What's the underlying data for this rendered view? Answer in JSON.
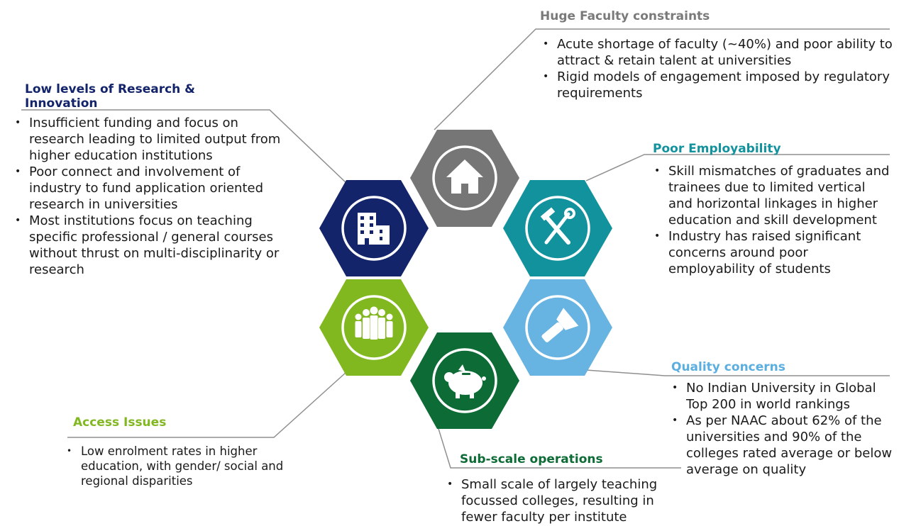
{
  "colors": {
    "research": "#13246b",
    "faculty": "#767676",
    "employability": "#11929d",
    "quality": "#67b3e1",
    "subscale": "#0d6b35",
    "access": "#82b81f",
    "connector": "#8f8f8f"
  },
  "hexagons": [
    {
      "key": "faculty",
      "icon": "home-icon"
    },
    {
      "key": "research",
      "icon": "building-icon"
    },
    {
      "key": "employability",
      "icon": "tools-icon"
    },
    {
      "key": "access",
      "icon": "people-icon"
    },
    {
      "key": "quality",
      "icon": "flashlight-icon"
    },
    {
      "key": "subscale",
      "icon": "piggy-bank-icon"
    }
  ],
  "faculty": {
    "title": "Huge Faculty constraints",
    "bullets": [
      "Acute shortage of faculty (~40%) and poor ability to attract & retain talent at universities",
      "Rigid models of engagement imposed by regulatory requirements"
    ]
  },
  "research": {
    "title": "Low levels of Research & Innovation",
    "bullets": [
      "Insufficient funding and focus on research leading to limited output from higher education institutions",
      "Poor connect and involvement of industry to fund application oriented research in universities",
      "Most institutions focus on teaching specific professional / general courses without thrust on multi-disciplinarity or research"
    ]
  },
  "employability": {
    "title": "Poor Employability",
    "bullets": [
      "Skill mismatches of graduates and trainees due to limited vertical and horizontal linkages in higher education and skill development",
      "Industry has raised significant concerns around poor employability of students"
    ]
  },
  "quality": {
    "title": "Quality concerns",
    "bullets": [
      "No Indian University in Global Top 200 in world rankings",
      "As per NAAC about 62% of the universities and 90% of the colleges rated average or below average on quality"
    ]
  },
  "access": {
    "title": "Access Issues",
    "bullets": [
      "Low enrolment rates in higher education, with gender/ social and regional disparities"
    ]
  },
  "subscale": {
    "title": "Sub-scale operations",
    "bullets": [
      "Small scale of largely teaching focussed colleges, resulting in fewer faculty per institute"
    ]
  }
}
